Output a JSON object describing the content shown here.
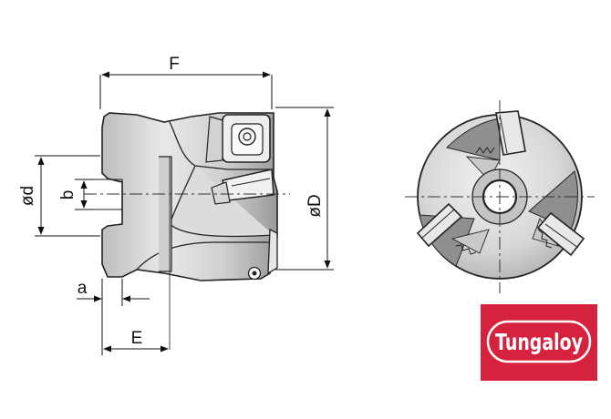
{
  "drawing": {
    "labels": {
      "F": "F",
      "D": "øD",
      "d": "ød",
      "b": "b",
      "a": "a",
      "E": "E"
    }
  },
  "brand": {
    "name": "Tungaloy",
    "background_color": "#d5223f",
    "text_color": "#ffffff"
  }
}
